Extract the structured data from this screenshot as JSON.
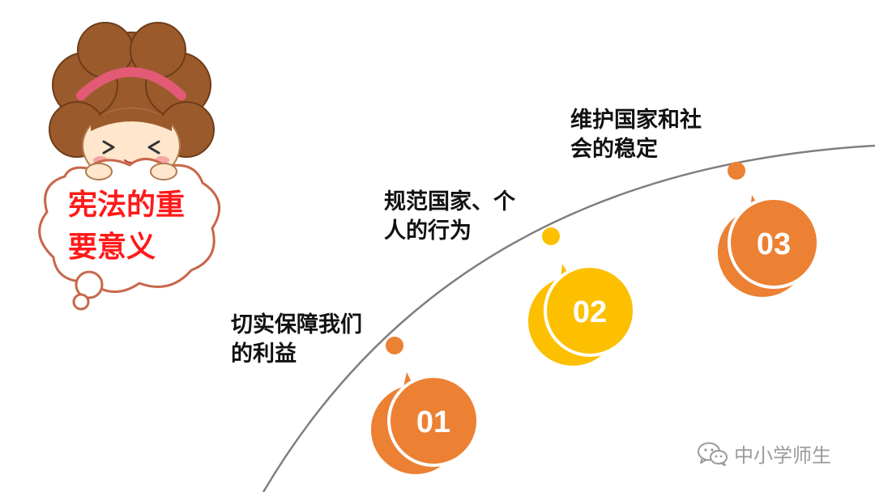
{
  "title": {
    "line1": "宪法的重",
    "line2": "要意义",
    "color": "#ff1a1a"
  },
  "points": [
    {
      "num": "01",
      "line1": "切实保障我们",
      "line2": "的利益",
      "color": "#ec8033"
    },
    {
      "num": "02",
      "line1": "规范国家、个",
      "line2": "人的行为",
      "color": "#fcc000"
    },
    {
      "num": "03",
      "line1": "维护国家和社",
      "line2": "会的稳定",
      "color": "#ec8033"
    }
  ],
  "curve_color": "#7f7f7f",
  "watermark": {
    "icon": "wechat-icon",
    "text": "中小学师生"
  }
}
